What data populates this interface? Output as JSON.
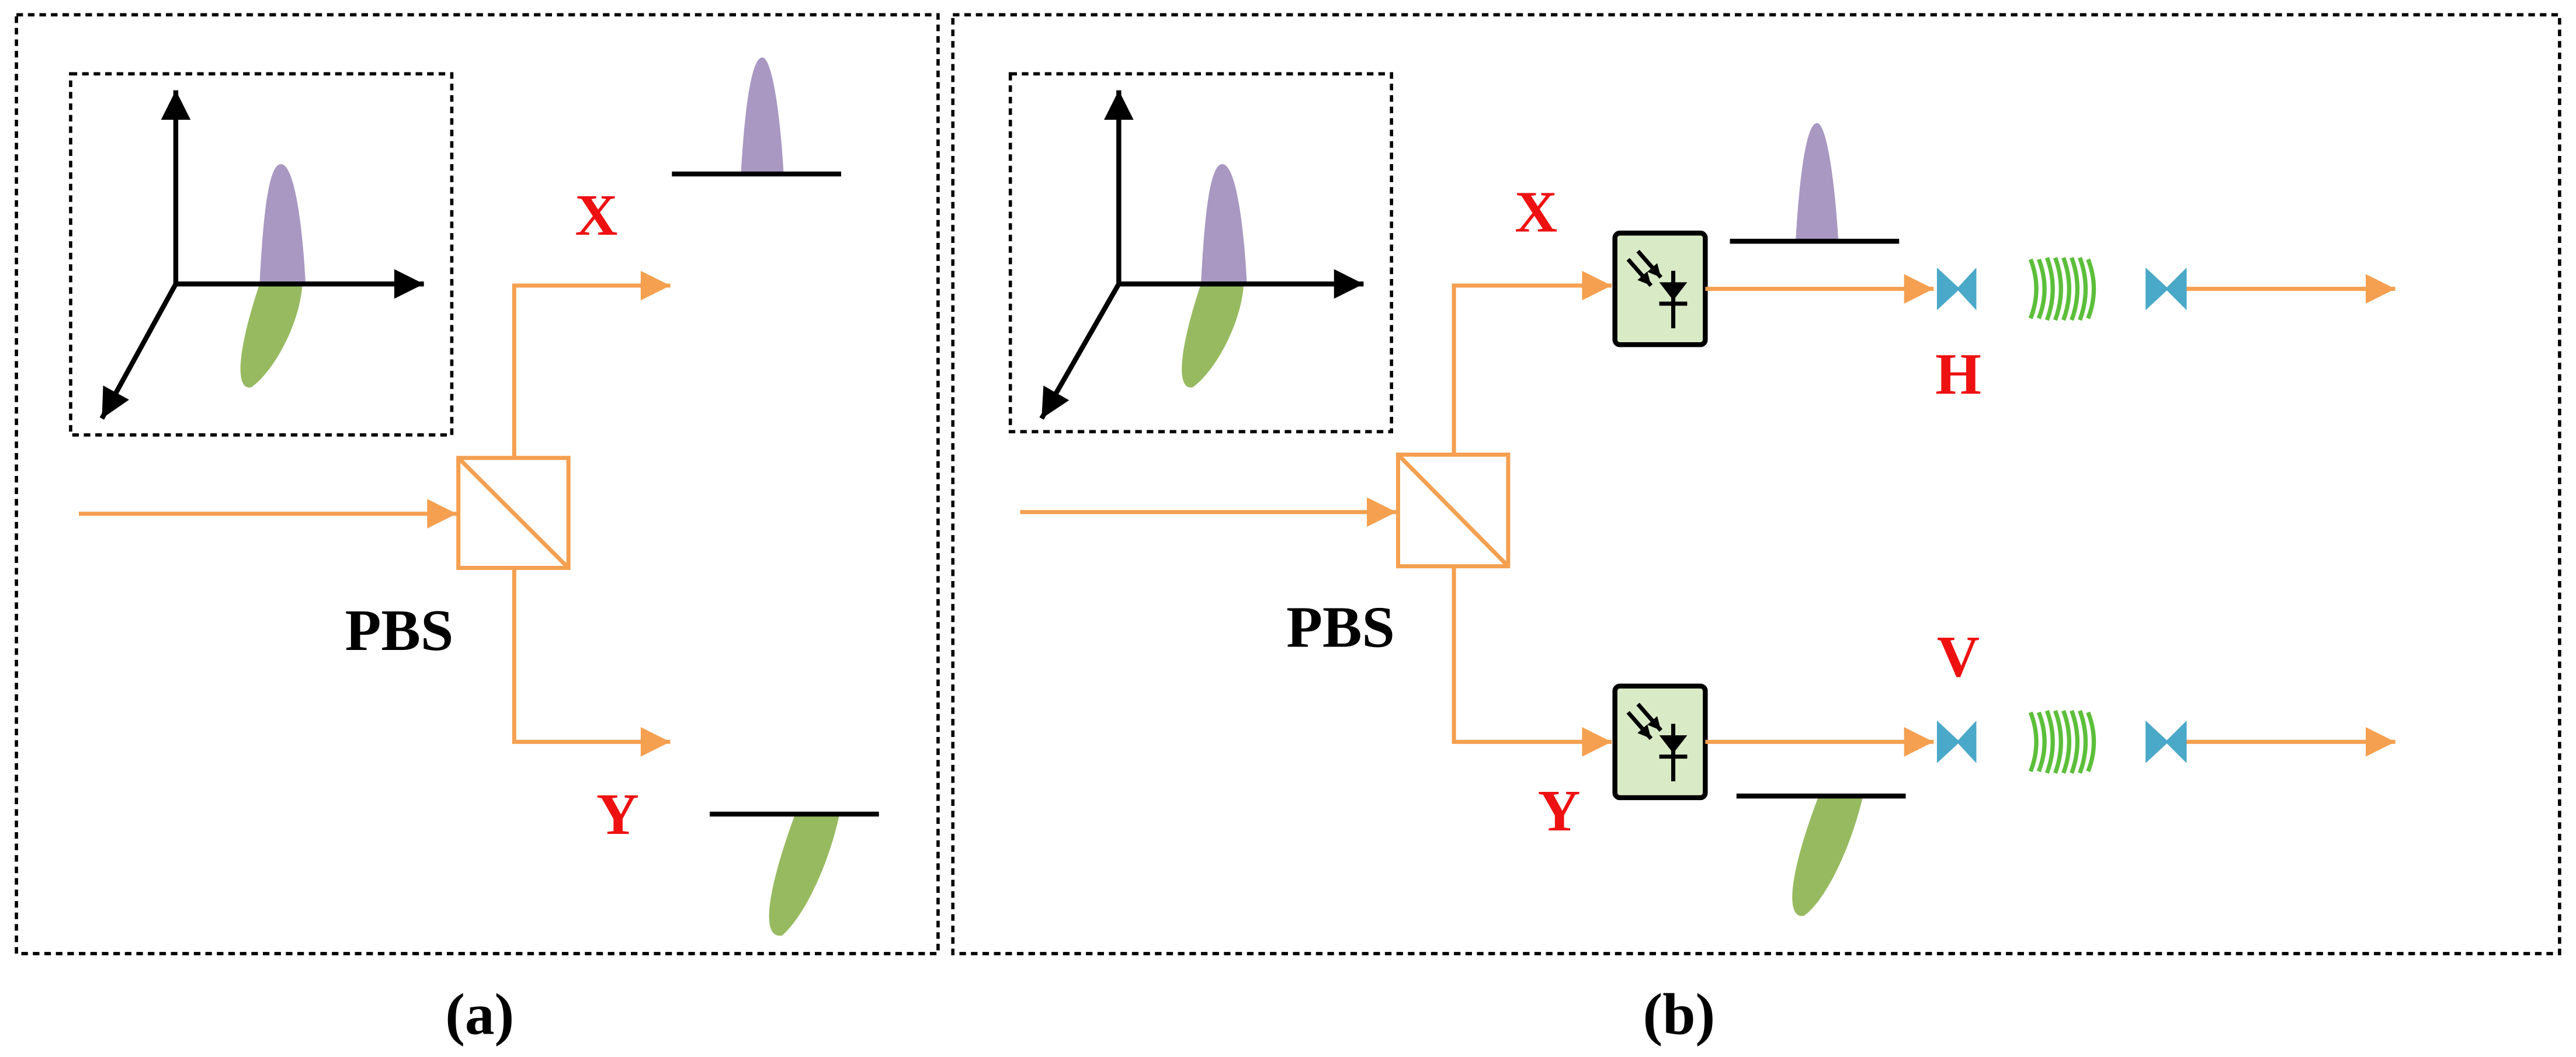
{
  "colors": {
    "beam": "#F4A050",
    "red_label": "#EE1111",
    "black": "#000000",
    "purple_pulse": "#A898C2",
    "green_pulse": "#97BA60",
    "detector_fill": "#D9EAC6",
    "cyan_element": "#4AA8C8",
    "green_wave": "#5CBF3A"
  },
  "panel_a": {
    "pbs_label": "PBS",
    "x_label": "X",
    "y_label": "Y",
    "caption": "(a)"
  },
  "panel_b": {
    "pbs_label": "PBS",
    "x_label": "X",
    "y_label": "Y",
    "h_label": "H",
    "v_label": "V",
    "caption": "(b)"
  },
  "icons": {
    "detector": "photodiode-icon",
    "emitter": "bowtie-antenna-icon",
    "wave": "terahertz-wave-icon"
  }
}
